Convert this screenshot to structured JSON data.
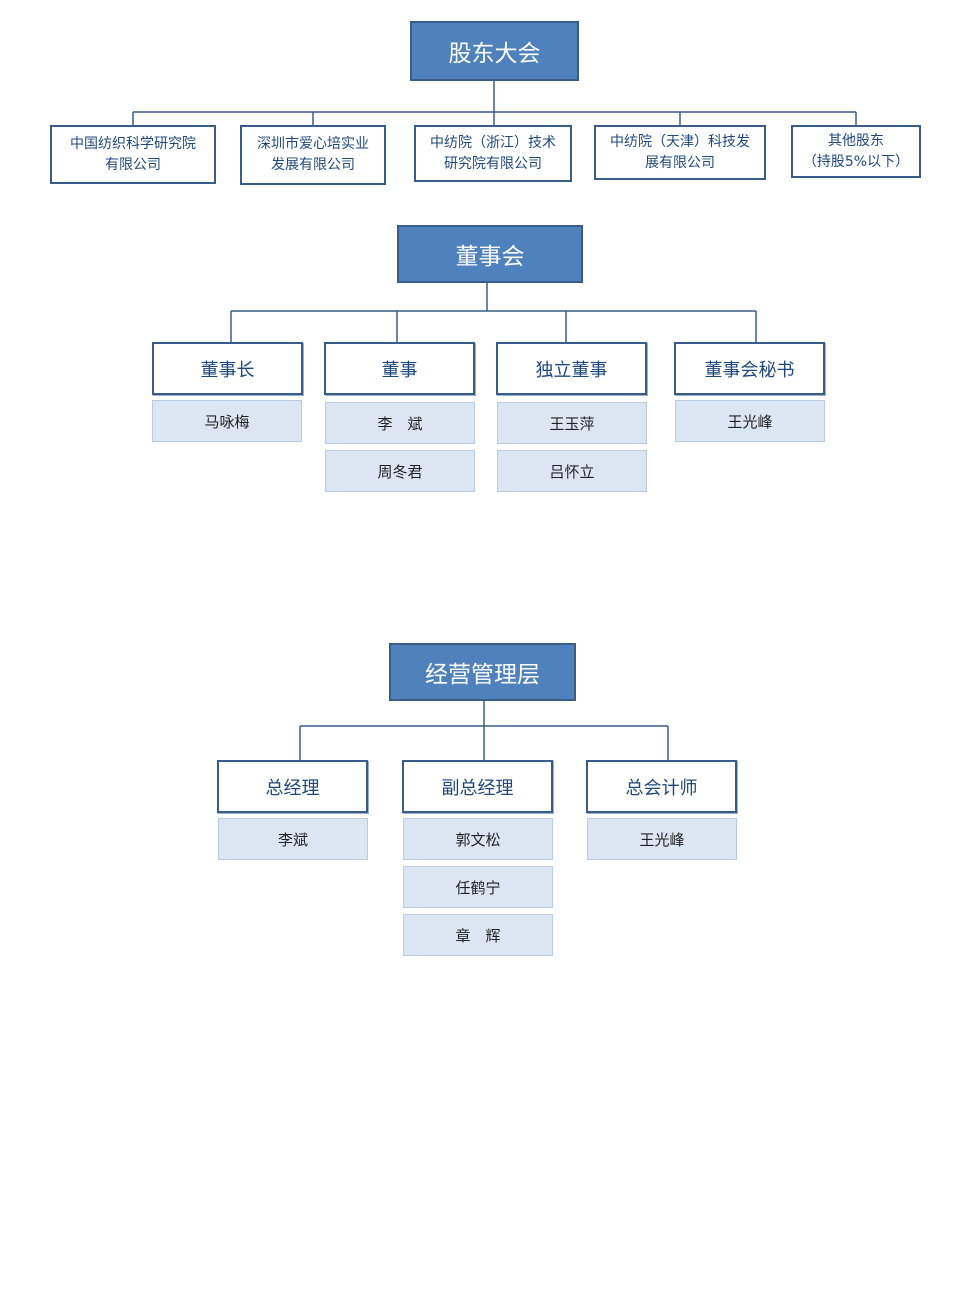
{
  "shareholders": {
    "title": "股东大会",
    "members": [
      {
        "line1": "中国纺织科学研究院",
        "line2": "有限公司"
      },
      {
        "line1": "深圳市爱心培实业",
        "line2": "发展有限公司"
      },
      {
        "line1": "中纺院（浙江）技术",
        "line2": "研究院有限公司"
      },
      {
        "line1": "中纺院（天津）科技发",
        "line2": "展有限公司"
      },
      {
        "line1": "其他股东",
        "line2": "（持股5%以下）"
      }
    ]
  },
  "board": {
    "title": "董事会",
    "roles": [
      {
        "label": "董事长",
        "people": [
          "马咏梅"
        ]
      },
      {
        "label": "董事",
        "people": [
          "李　斌",
          "周冬君"
        ]
      },
      {
        "label": "独立董事",
        "people": [
          "王玉萍",
          "吕怀立"
        ]
      },
      {
        "label": "董事会秘书",
        "people": [
          "王光峰"
        ]
      }
    ]
  },
  "management": {
    "title": "经营管理层",
    "roles": [
      {
        "label": "总经理",
        "people": [
          "李斌"
        ]
      },
      {
        "label": "副总经理",
        "people": [
          "郭文松",
          "任鹤宁",
          "章　辉"
        ]
      },
      {
        "label": "总会计师",
        "people": [
          "王光峰"
        ]
      }
    ]
  },
  "colors": {
    "header_fill": "#4f81bd",
    "border": "#385d8a",
    "person_fill": "#dce6f2",
    "line": "#385d8a"
  }
}
